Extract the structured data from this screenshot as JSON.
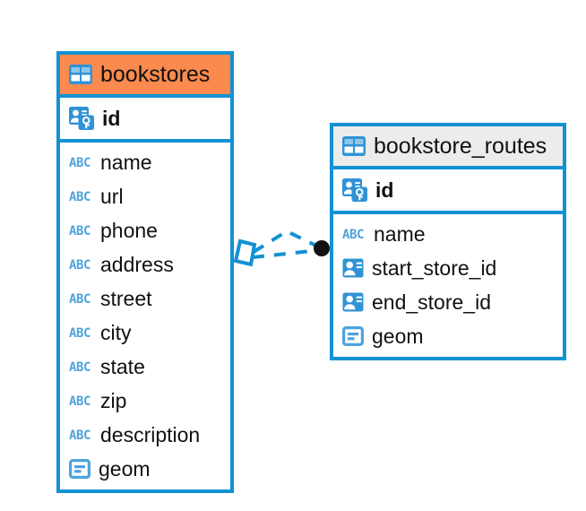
{
  "diagram": {
    "kind": "entity-relationship-diagram",
    "background": "#ffffff",
    "colors": {
      "border_blue": "#1391d3",
      "icon_blue": "#2f93d6",
      "header_orange": "#fa8a4e",
      "header_grey": "#ececec",
      "text": "#111111",
      "connector_blue": "#1391d3",
      "connector_endpoint": "#111111"
    },
    "entities": [
      {
        "id": "bookstores",
        "title": "bookstores",
        "header_icon": "table-icon",
        "header_accent": "orange",
        "primary_key": {
          "label": "id",
          "icon": "primary-key-icon"
        },
        "fields": [
          {
            "label": "name",
            "icon": "abc-text-icon"
          },
          {
            "label": "url",
            "icon": "abc-text-icon"
          },
          {
            "label": "phone",
            "icon": "abc-text-icon"
          },
          {
            "label": "address",
            "icon": "abc-text-icon"
          },
          {
            "label": "street",
            "icon": "abc-text-icon"
          },
          {
            "label": "city",
            "icon": "abc-text-icon"
          },
          {
            "label": "state",
            "icon": "abc-text-icon"
          },
          {
            "label": "zip",
            "icon": "abc-text-icon"
          },
          {
            "label": "description",
            "icon": "abc-text-icon"
          },
          {
            "label": "geom",
            "icon": "geometry-icon"
          }
        ]
      },
      {
        "id": "bookstore_routes",
        "title": "bookstore_routes",
        "header_icon": "table-icon",
        "header_accent": "grey",
        "primary_key": {
          "label": "id",
          "icon": "primary-key-icon"
        },
        "fields": [
          {
            "label": "name",
            "icon": "abc-text-icon"
          },
          {
            "label": "start_store_id",
            "icon": "foreign-key-icon"
          },
          {
            "label": "end_store_id",
            "icon": "foreign-key-icon"
          },
          {
            "label": "geom",
            "icon": "geometry-icon"
          }
        ]
      }
    ],
    "relationship": {
      "style": "dashed",
      "source_marker": "rhombus-marker",
      "target_marker": "filled-circle-marker",
      "source_entity": "bookstores",
      "target_entity": "bookstore_routes"
    }
  }
}
